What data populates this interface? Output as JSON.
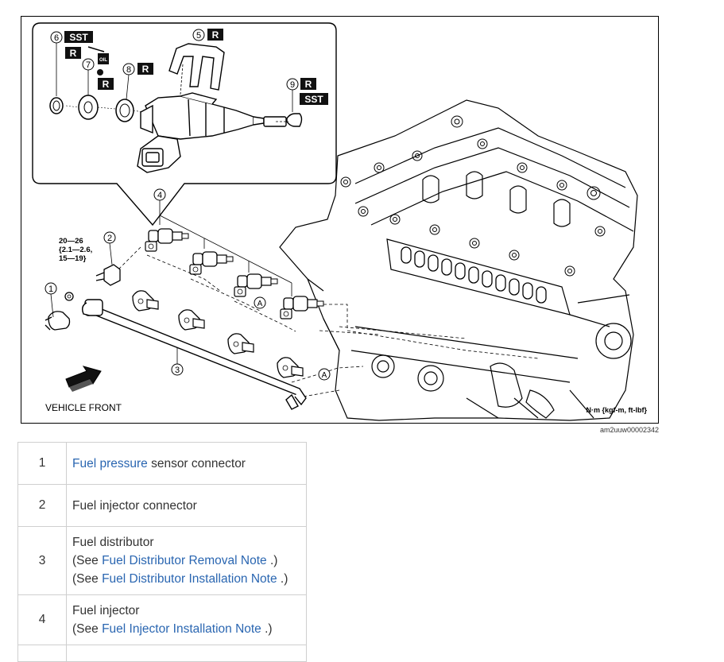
{
  "figure": {
    "callouts": [
      "1",
      "2",
      "3",
      "4",
      "5",
      "6",
      "7",
      "8",
      "9"
    ],
    "badge_sst": "SST",
    "badge_r": "R",
    "oil_label": "OIL",
    "point_a": "A",
    "torque_spec_line1": "20—26",
    "torque_spec_line2": "{2.1—2.6,",
    "torque_spec_line3": "15—19}",
    "vehicle_front": "VEHICLE FRONT",
    "torque_units": "N·m {kgf-m, ft-lbf}",
    "figure_code": "am2uuw00002342"
  },
  "legend": {
    "rows": [
      {
        "num": "1",
        "link": "Fuel pressure",
        "text": " sensor connector"
      },
      {
        "num": "2",
        "text": "Fuel injector connector"
      },
      {
        "num": "3",
        "title": "Fuel distributor",
        "see1_prefix": "(See ",
        "see1_link": "Fuel Distributor Removal Note",
        "see1_suffix": " .)",
        "see2_prefix": "(See ",
        "see2_link": "Fuel Distributor Installation Note",
        "see2_suffix": " .)"
      },
      {
        "num": "4",
        "title": "Fuel injector",
        "see1_prefix": "(See ",
        "see1_link": "Fuel Injector Installation Note",
        "see1_suffix": " .)"
      }
    ]
  }
}
